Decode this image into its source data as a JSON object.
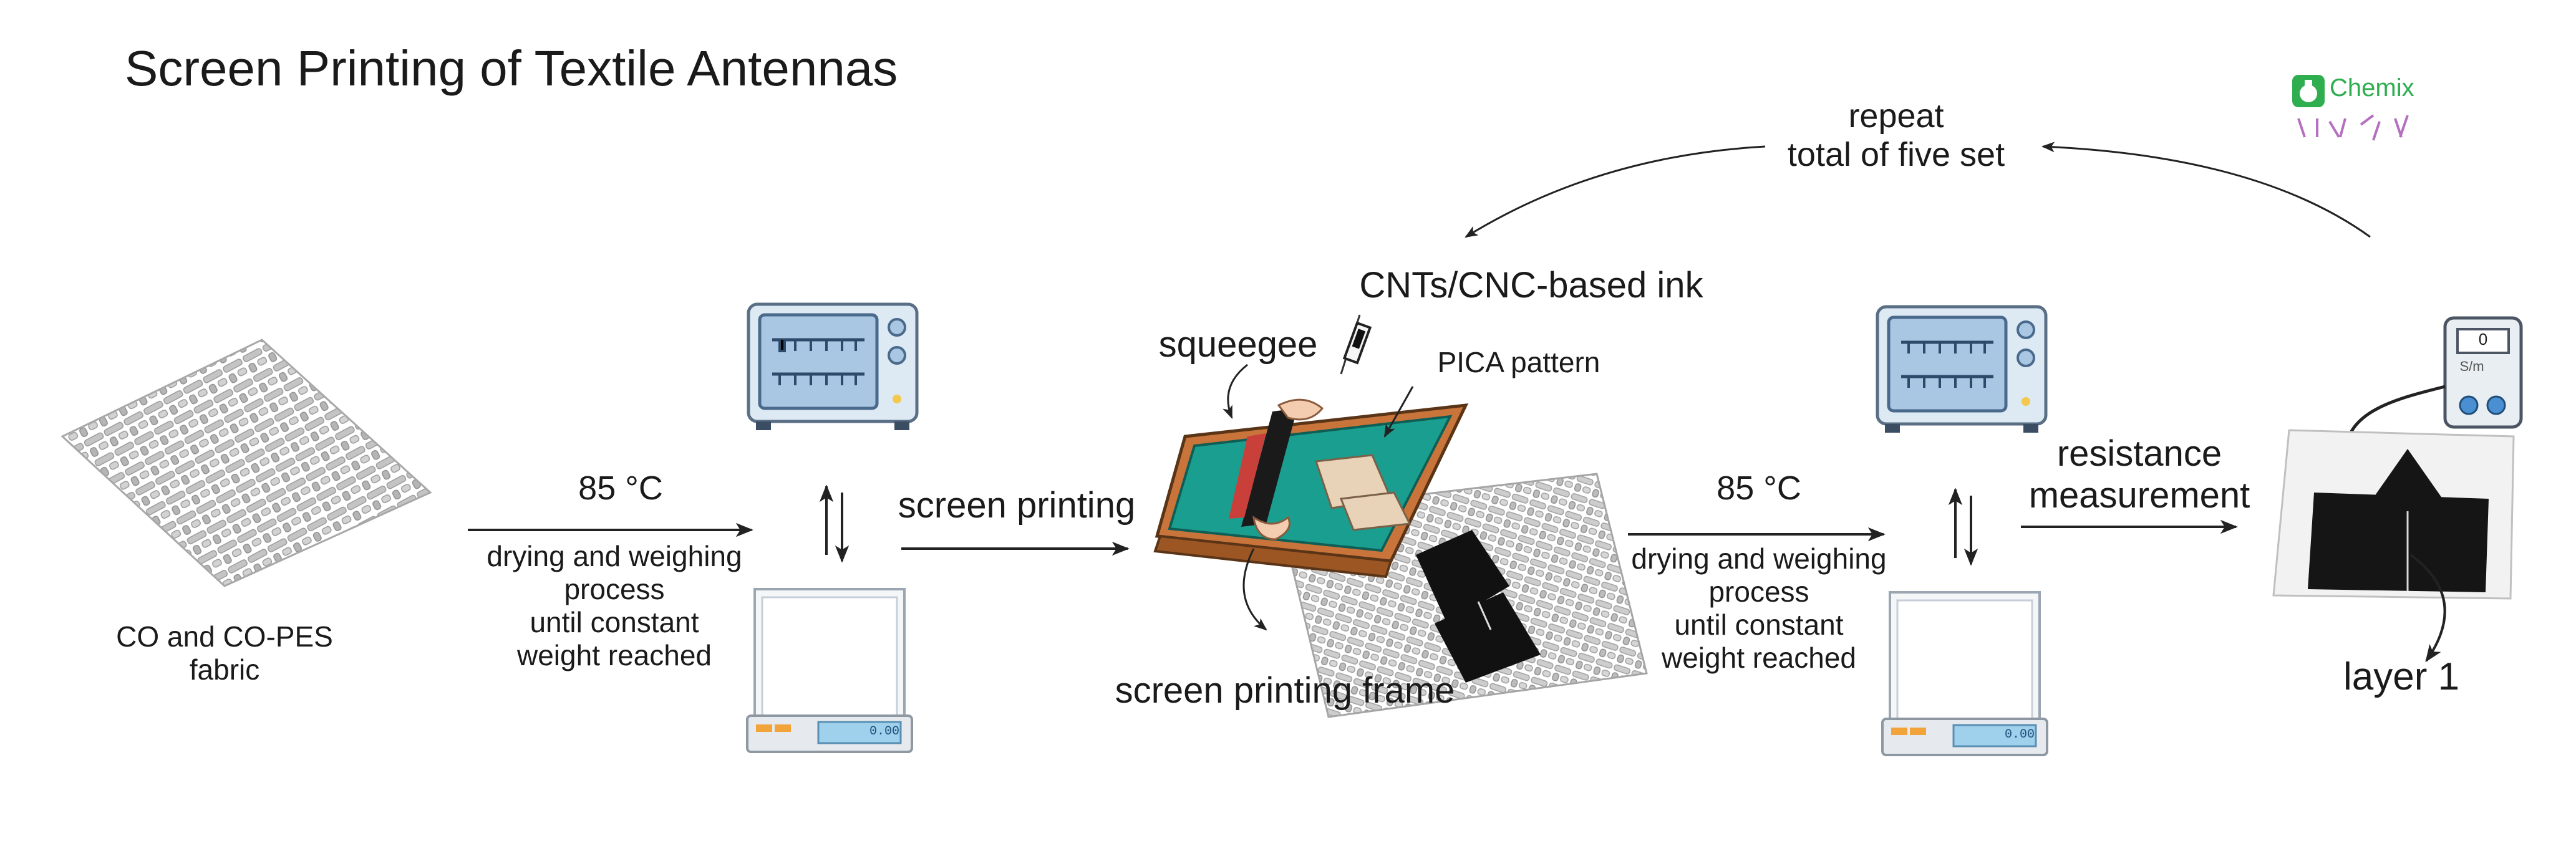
{
  "title": "Screen Printing of Textile Antennas",
  "logo": {
    "brand": "Chemix",
    "tagline": ""
  },
  "loop_label": {
    "line1": "repeat",
    "line2": "total of five set"
  },
  "fabric_label": {
    "line1": "CO and CO-PES",
    "line2": "fabric"
  },
  "step1": {
    "temperature": "85 °C",
    "desc": [
      "drying and weighing",
      "process",
      "until constant",
      "weight reached"
    ]
  },
  "step2": {
    "arrow_label": "screen printing"
  },
  "printing": {
    "ink": "CNTs/CNC-based ink",
    "squeegee": "squeegee",
    "pattern": "PICA pattern",
    "frame": "screen printing frame"
  },
  "step3": {
    "temperature": "85 °C",
    "desc": [
      "drying and weighing",
      "process",
      "until constant",
      "weight reached"
    ]
  },
  "step4": {
    "line1": "resistance",
    "line2": "measurement"
  },
  "meter": {
    "reading": "0",
    "unit": "S/m"
  },
  "scale": {
    "reading": "0.00"
  },
  "result_label": "layer 1",
  "colors": {
    "screen_mesh": "#1a9e8f",
    "frame_wood": "#c8743a",
    "oven_body": "#dde9f3",
    "oven_window": "#a9c6e3",
    "antenna": "#111111",
    "fabric": "#c9c9c9",
    "arrow": "#222222"
  }
}
